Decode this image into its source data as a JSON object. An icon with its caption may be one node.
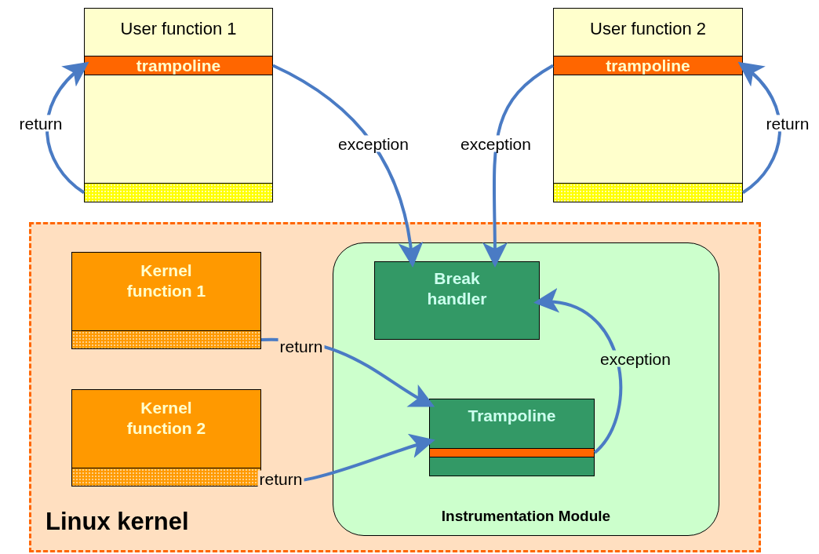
{
  "diagram": {
    "nodes": [
      {
        "text": [
          "User function 1"
        ]
      },
      {
        "text": [
          "trampoline"
        ],
        "in": 0
      },
      {
        "text": [],
        "shape": "bar",
        "in": 0
      },
      {
        "text": [
          "User function 2"
        ]
      },
      {
        "text": [
          "trampoline"
        ],
        "in": 3
      },
      {
        "text": [],
        "shape": "bar",
        "in": 3
      },
      {
        "text": [
          "Linux kernel"
        ]
      },
      {
        "text": [
          "Kernel function 1"
        ],
        "in": 6
      },
      {
        "text": [],
        "shape": "bar",
        "in": 7
      },
      {
        "text": [
          "Kernel function 2"
        ],
        "in": 6
      },
      {
        "text": [],
        "shape": "bar",
        "in": 9
      },
      {
        "text": [
          "Instrumentation Module"
        ],
        "in": 6
      },
      {
        "text": [
          "Break handler"
        ],
        "in": 11
      },
      {
        "text": [
          "Trampoline"
        ],
        "in": 11
      },
      {
        "text": [],
        "shape": "bar",
        "in": 13
      }
    ],
    "edges": [
      {
        "from": 2,
        "to": 1,
        "arrow": "to",
        "label": "return"
      },
      {
        "from": 1,
        "to": 12,
        "arrow": "to",
        "label": "exception"
      },
      {
        "from": 4,
        "to": 12,
        "arrow": "to",
        "label": "exception"
      },
      {
        "from": 5,
        "to": 4,
        "arrow": "to",
        "label": "return"
      },
      {
        "from": 8,
        "to": 13,
        "arrow": "to",
        "label": "return"
      },
      {
        "from": 10,
        "to": 13,
        "arrow": "to",
        "label": "return"
      },
      {
        "from": 14,
        "to": 12,
        "arrow": "to",
        "label": "exception"
      }
    ]
  }
}
